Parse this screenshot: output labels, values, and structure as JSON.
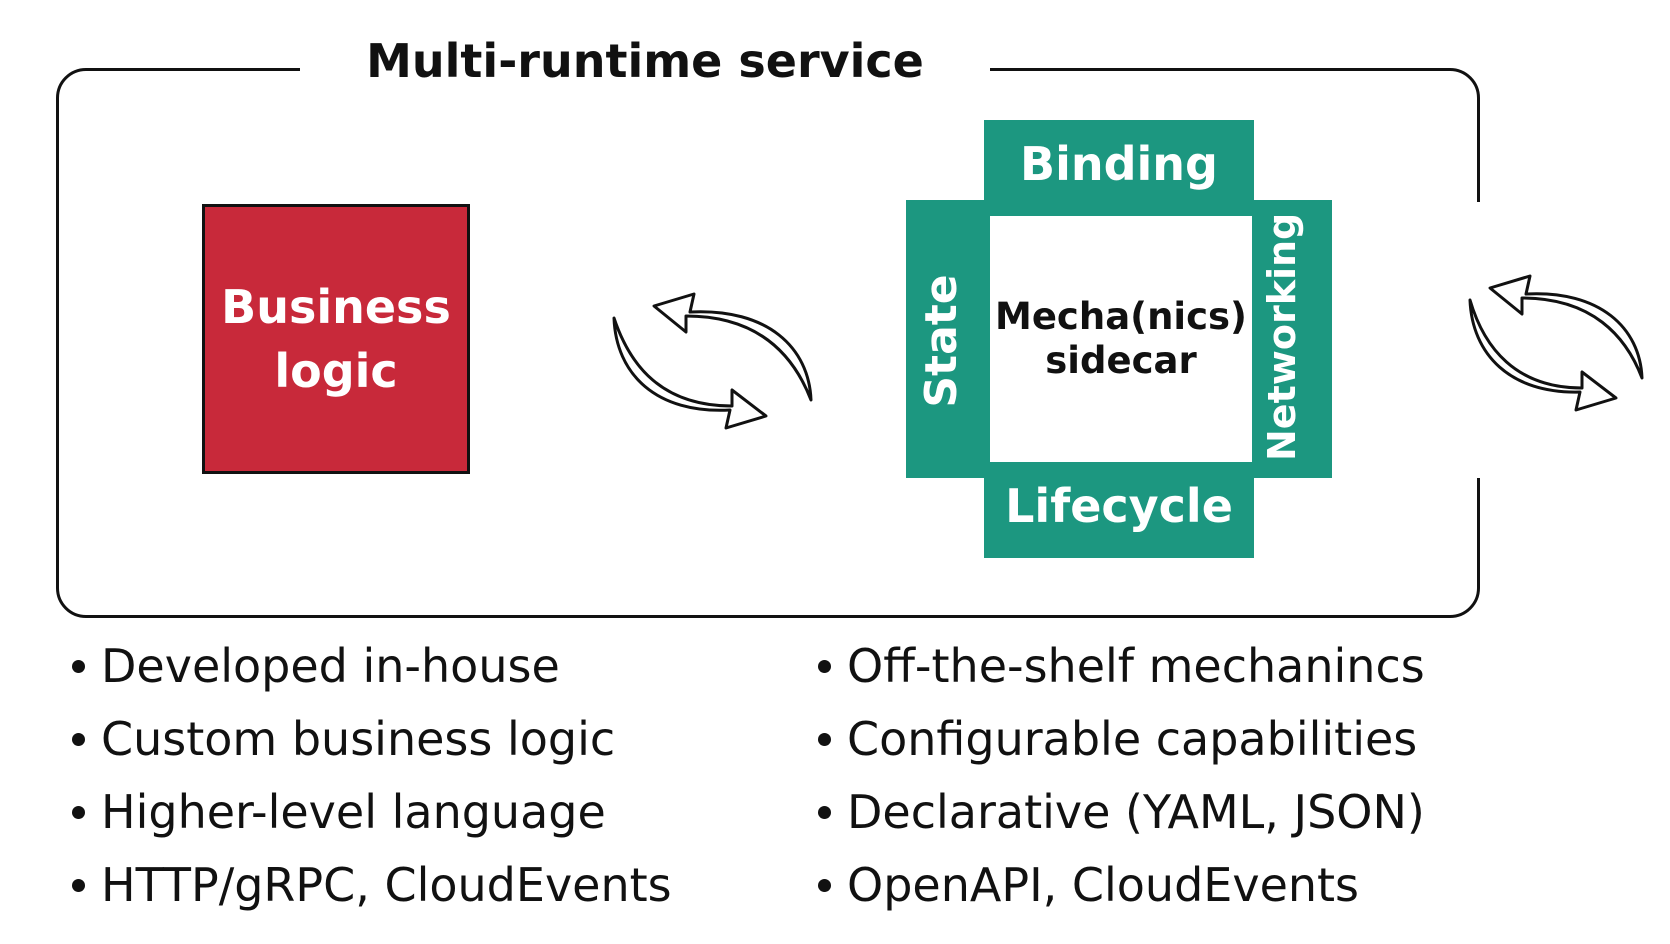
{
  "title": "Multi-runtime service",
  "business_logic": {
    "line1": "Business",
    "line2": "logic"
  },
  "sidecar": {
    "line1": "Mecha(nics)",
    "line2": "sidecar",
    "top": "Binding",
    "right": "Networking",
    "bottom": "Lifecycle",
    "left": "State"
  },
  "left_bullets": [
    "Developed in-house",
    "Custom business logic",
    "Higher-level language",
    "HTTP/gRPC, CloudEvents"
  ],
  "right_bullets": [
    "Off-the-shelf mechanincs",
    "Configurable capabilities",
    "Declarative (YAML, JSON)",
    "OpenAPI, CloudEvents"
  ],
  "colors": {
    "business_logic": "#c8293a",
    "sidecar": "#1c9780"
  }
}
